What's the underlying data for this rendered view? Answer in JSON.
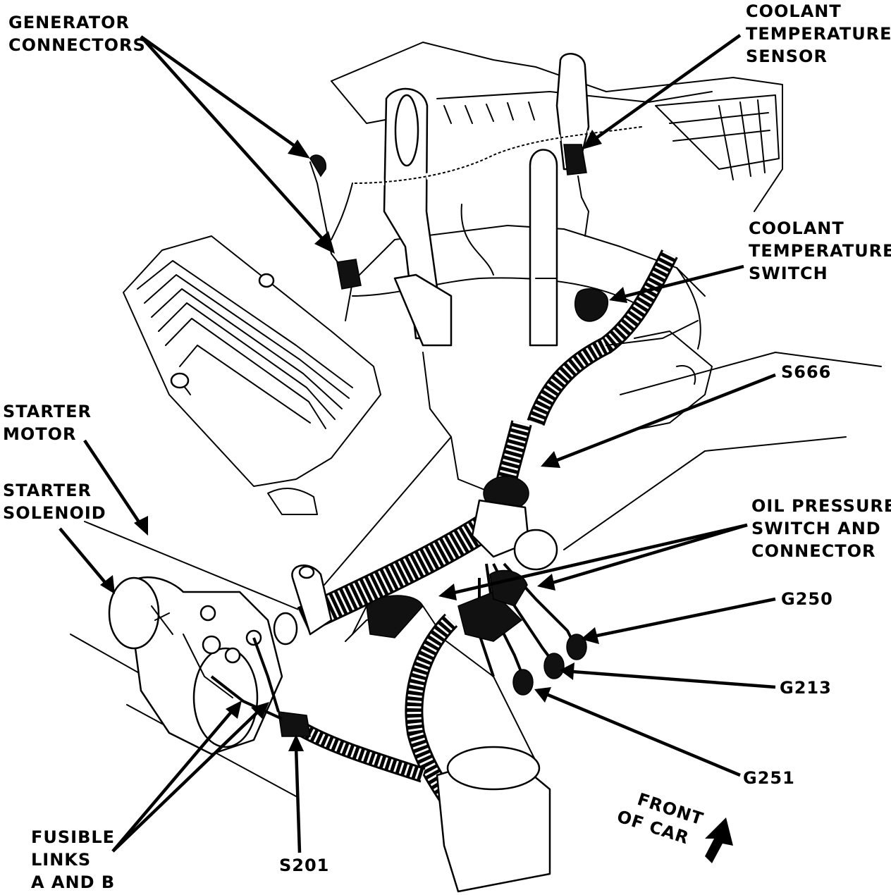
{
  "labels": {
    "generator_connectors": [
      "GENERATOR",
      "CONNECTORS"
    ],
    "coolant_temperature_sensor": [
      "COOLANT",
      "TEMPERATURE",
      "SENSOR"
    ],
    "coolant_temperature_switch": [
      "COOLANT",
      "TEMPERATURE",
      "SWITCH"
    ],
    "s666": "S666",
    "starter_motor": [
      "STARTER",
      "MOTOR"
    ],
    "starter_solenoid": [
      "STARTER",
      "SOLENOID"
    ],
    "oil_pressure_switch": [
      "OIL PRESSURE",
      "SWITCH AND",
      "CONNECTOR"
    ],
    "g250": "G250",
    "g213": "G213",
    "g251": "G251",
    "fusible_links": [
      "FUSIBLE",
      "LINKS",
      "A AND B"
    ],
    "s201": "S201",
    "front_of_car": [
      "FRONT",
      "OF CAR"
    ]
  },
  "colors": {
    "ink": "#000000",
    "paper": "#ffffff",
    "harness": "#111111"
  }
}
